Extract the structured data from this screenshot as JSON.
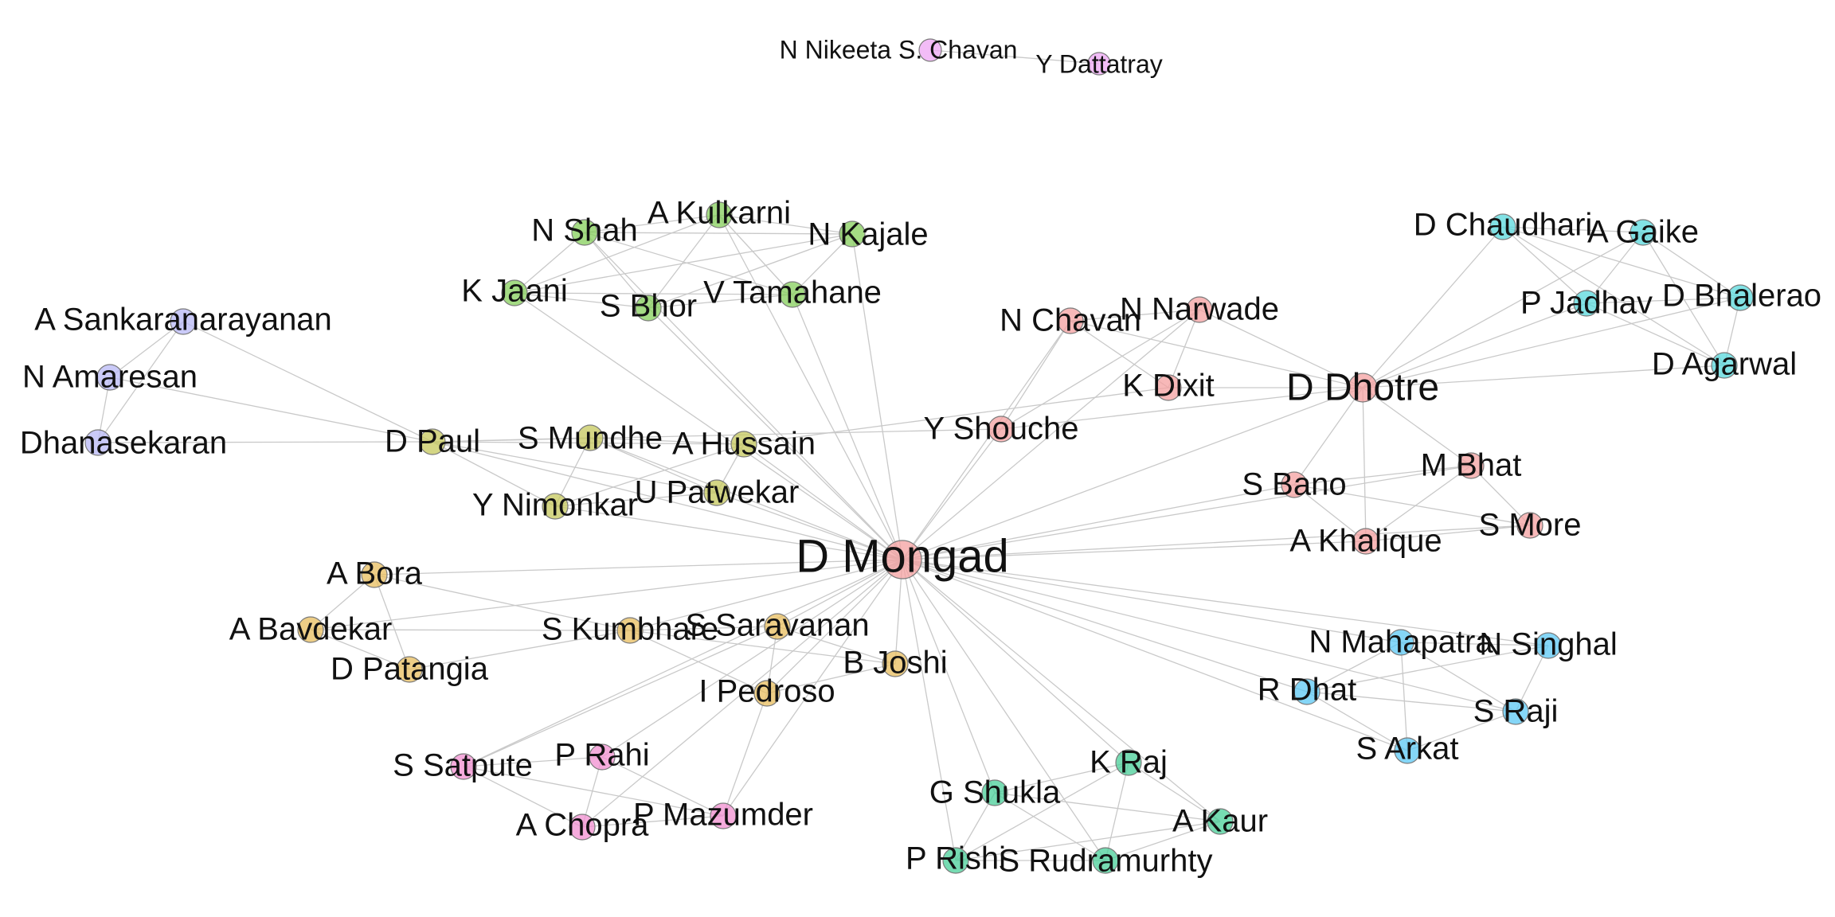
{
  "colors": {
    "red": "#f4a0a0",
    "green": "#86cf5b",
    "olive": "#c5c85c",
    "lavender": "#b8b8f5",
    "orange": "#e8be5e",
    "cyan": "#58d8dc",
    "skyblue": "#5cc8f4",
    "pink": "#f28fd0",
    "teal": "#48cf98",
    "violet": "#eda6f4",
    "edge": "#c9c9c9"
  },
  "nodes": [
    {
      "id": "D Mongad",
      "group": "red",
      "size": "xl"
    },
    {
      "id": "N Nikeeta S. Chavan",
      "group": "violet",
      "size": "s"
    },
    {
      "id": "Y Dattatray",
      "group": "violet",
      "size": "s"
    },
    {
      "id": "N Shah",
      "group": "green",
      "size": "m"
    },
    {
      "id": "A Kulkarni",
      "group": "green",
      "size": "m"
    },
    {
      "id": "N Kajale",
      "group": "green",
      "size": "m"
    },
    {
      "id": "K Jaani",
      "group": "green",
      "size": "m"
    },
    {
      "id": "S Bhor",
      "group": "green",
      "size": "m"
    },
    {
      "id": "V Tamahane",
      "group": "green",
      "size": "m"
    },
    {
      "id": "A Sankaranarayanan",
      "group": "lavender",
      "size": "m"
    },
    {
      "id": "N Amaresan",
      "group": "lavender",
      "size": "m"
    },
    {
      "id": "Dhanasekaran",
      "group": "lavender",
      "size": "m"
    },
    {
      "id": "D Paul",
      "group": "olive",
      "size": "m"
    },
    {
      "id": "S Mundhe",
      "group": "olive",
      "size": "m"
    },
    {
      "id": "A Hussain",
      "group": "olive",
      "size": "m"
    },
    {
      "id": "U Patwekar",
      "group": "olive",
      "size": "m"
    },
    {
      "id": "Y Nimonkar",
      "group": "olive",
      "size": "m"
    },
    {
      "id": "N Chavan",
      "group": "red",
      "size": "m"
    },
    {
      "id": "N Narwade",
      "group": "red",
      "size": "m"
    },
    {
      "id": "K Dixit",
      "group": "red",
      "size": "m"
    },
    {
      "id": "D Dhotre",
      "group": "red",
      "size": "l"
    },
    {
      "id": "Y Shouche",
      "group": "red",
      "size": "m"
    },
    {
      "id": "S Bano",
      "group": "red",
      "size": "m"
    },
    {
      "id": "M Bhat",
      "group": "red",
      "size": "m"
    },
    {
      "id": "A Khalique",
      "group": "red",
      "size": "m"
    },
    {
      "id": "S More",
      "group": "red",
      "size": "m"
    },
    {
      "id": "D Chaudhari",
      "group": "cyan",
      "size": "m"
    },
    {
      "id": "A Gaike",
      "group": "cyan",
      "size": "m"
    },
    {
      "id": "P Jadhav",
      "group": "cyan",
      "size": "m"
    },
    {
      "id": "D Bhalerao",
      "group": "cyan",
      "size": "m"
    },
    {
      "id": "D Agarwal",
      "group": "cyan",
      "size": "m"
    },
    {
      "id": "A Bora",
      "group": "orange",
      "size": "m"
    },
    {
      "id": "A Bavdekar",
      "group": "orange",
      "size": "m"
    },
    {
      "id": "D Patangia",
      "group": "orange",
      "size": "m"
    },
    {
      "id": "S Kumbhare",
      "group": "orange",
      "size": "m"
    },
    {
      "id": "S Saravanan",
      "group": "orange",
      "size": "m"
    },
    {
      "id": "B Joshi",
      "group": "orange",
      "size": "m"
    },
    {
      "id": "I Pedroso",
      "group": "orange",
      "size": "m"
    },
    {
      "id": "N Mahapatra",
      "group": "skyblue",
      "size": "m"
    },
    {
      "id": "N Singhal",
      "group": "skyblue",
      "size": "m"
    },
    {
      "id": "R Dhat",
      "group": "skyblue",
      "size": "m"
    },
    {
      "id": "S Raji",
      "group": "skyblue",
      "size": "m"
    },
    {
      "id": "S Arkat",
      "group": "skyblue",
      "size": "m"
    },
    {
      "id": "S Satpute",
      "group": "pink",
      "size": "m"
    },
    {
      "id": "P Rahi",
      "group": "pink",
      "size": "m"
    },
    {
      "id": "A Chopra",
      "group": "pink",
      "size": "m"
    },
    {
      "id": "P Mazumder",
      "group": "pink",
      "size": "m"
    },
    {
      "id": "K Raj",
      "group": "teal",
      "size": "m"
    },
    {
      "id": "G Shukla",
      "group": "teal",
      "size": "m"
    },
    {
      "id": "A Kaur",
      "group": "teal",
      "size": "m"
    },
    {
      "id": "P Rishi",
      "group": "teal",
      "size": "m"
    },
    {
      "id": "S Rudramurhty",
      "group": "teal",
      "size": "m"
    }
  ],
  "edges": [
    [
      "N Nikeeta S. Chavan",
      "Y Dattatray"
    ],
    [
      "D Mongad",
      "N Shah"
    ],
    [
      "D Mongad",
      "A Kulkarni"
    ],
    [
      "D Mongad",
      "N Kajale"
    ],
    [
      "D Mongad",
      "K Jaani"
    ],
    [
      "D Mongad",
      "S Bhor"
    ],
    [
      "D Mongad",
      "V Tamahane"
    ],
    [
      "N Shah",
      "A Kulkarni"
    ],
    [
      "N Shah",
      "N Kajale"
    ],
    [
      "N Shah",
      "K Jaani"
    ],
    [
      "N Shah",
      "S Bhor"
    ],
    [
      "N Shah",
      "V Tamahane"
    ],
    [
      "A Kulkarni",
      "N Kajale"
    ],
    [
      "A Kulkarni",
      "K Jaani"
    ],
    [
      "A Kulkarni",
      "S Bhor"
    ],
    [
      "A Kulkarni",
      "V Tamahane"
    ],
    [
      "N Kajale",
      "K Jaani"
    ],
    [
      "N Kajale",
      "S Bhor"
    ],
    [
      "N Kajale",
      "V Tamahane"
    ],
    [
      "K Jaani",
      "S Bhor"
    ],
    [
      "K Jaani",
      "V Tamahane"
    ],
    [
      "S Bhor",
      "V Tamahane"
    ],
    [
      "A Sankaranarayanan",
      "N Amaresan"
    ],
    [
      "A Sankaranarayanan",
      "Dhanasekaran"
    ],
    [
      "N Amaresan",
      "Dhanasekaran"
    ],
    [
      "A Sankaranarayanan",
      "D Paul"
    ],
    [
      "N Amaresan",
      "D Paul"
    ],
    [
      "Dhanasekaran",
      "D Paul"
    ],
    [
      "D Mongad",
      "D Paul"
    ],
    [
      "D Mongad",
      "S Mundhe"
    ],
    [
      "D Mongad",
      "A Hussain"
    ],
    [
      "D Mongad",
      "U Patwekar"
    ],
    [
      "D Mongad",
      "Y Nimonkar"
    ],
    [
      "D Paul",
      "S Mundhe"
    ],
    [
      "D Paul",
      "A Hussain"
    ],
    [
      "D Paul",
      "U Patwekar"
    ],
    [
      "D Paul",
      "Y Nimonkar"
    ],
    [
      "S Mundhe",
      "A Hussain"
    ],
    [
      "S Mundhe",
      "U Patwekar"
    ],
    [
      "S Mundhe",
      "Y Nimonkar"
    ],
    [
      "A Hussain",
      "U Patwekar"
    ],
    [
      "A Hussain",
      "Y Nimonkar"
    ],
    [
      "U Patwekar",
      "Y Nimonkar"
    ],
    [
      "D Paul",
      "Y Shouche"
    ],
    [
      "A Hussain",
      "K Dixit"
    ],
    [
      "D Mongad",
      "Y Shouche"
    ],
    [
      "D Mongad",
      "N Chavan"
    ],
    [
      "D Mongad",
      "N Narwade"
    ],
    [
      "D Mongad",
      "D Dhotre"
    ],
    [
      "D Mongad",
      "S Bano"
    ],
    [
      "D Mongad",
      "M Bhat"
    ],
    [
      "D Mongad",
      "A Khalique"
    ],
    [
      "D Mongad",
      "S More"
    ],
    [
      "Y Shouche",
      "N Chavan"
    ],
    [
      "Y Shouche",
      "N Narwade"
    ],
    [
      "Y Shouche",
      "D Dhotre"
    ],
    [
      "N Chavan",
      "N Narwade"
    ],
    [
      "N Chavan",
      "K Dixit"
    ],
    [
      "N Chavan",
      "D Dhotre"
    ],
    [
      "N Narwade",
      "K Dixit"
    ],
    [
      "N Narwade",
      "D Dhotre"
    ],
    [
      "K Dixit",
      "D Dhotre"
    ],
    [
      "D Dhotre",
      "S Bano"
    ],
    [
      "D Dhotre",
      "M Bhat"
    ],
    [
      "D Dhotre",
      "A Khalique"
    ],
    [
      "S Bano",
      "M Bhat"
    ],
    [
      "S Bano",
      "A Khalique"
    ],
    [
      "S Bano",
      "S More"
    ],
    [
      "M Bhat",
      "S More"
    ],
    [
      "A Khalique",
      "S More"
    ],
    [
      "M Bhat",
      "A Khalique"
    ],
    [
      "D Dhotre",
      "D Chaudhari"
    ],
    [
      "D Dhotre",
      "A Gaike"
    ],
    [
      "D Dhotre",
      "P Jadhav"
    ],
    [
      "D Dhotre",
      "D Bhalerao"
    ],
    [
      "D Dhotre",
      "D Agarwal"
    ],
    [
      "D Chaudhari",
      "A Gaike"
    ],
    [
      "D Chaudhari",
      "P Jadhav"
    ],
    [
      "D Chaudhari",
      "D Bhalerao"
    ],
    [
      "D Chaudhari",
      "D Agarwal"
    ],
    [
      "A Gaike",
      "P Jadhav"
    ],
    [
      "A Gaike",
      "D Bhalerao"
    ],
    [
      "A Gaike",
      "D Agarwal"
    ],
    [
      "P Jadhav",
      "D Bhalerao"
    ],
    [
      "P Jadhav",
      "D Agarwal"
    ],
    [
      "D Bhalerao",
      "D Agarwal"
    ],
    [
      "D Mongad",
      "A Bora"
    ],
    [
      "D Mongad",
      "A Bavdekar"
    ],
    [
      "D Mongad",
      "S Kumbhare"
    ],
    [
      "D Mongad",
      "S Saravanan"
    ],
    [
      "D Mongad",
      "B Joshi"
    ],
    [
      "D Mongad",
      "I Pedroso"
    ],
    [
      "A Bora",
      "A Bavdekar"
    ],
    [
      "A Bora",
      "D Patangia"
    ],
    [
      "A Bavdekar",
      "D Patangia"
    ],
    [
      "A Bora",
      "S Kumbhare"
    ],
    [
      "A Bavdekar",
      "S Kumbhare"
    ],
    [
      "D Patangia",
      "S Kumbhare"
    ],
    [
      "S Kumbhare",
      "S Saravanan"
    ],
    [
      "S Kumbhare",
      "I Pedroso"
    ],
    [
      "S Kumbhare",
      "B Joshi"
    ],
    [
      "S Saravanan",
      "B Joshi"
    ],
    [
      "S Saravanan",
      "I Pedroso"
    ],
    [
      "B Joshi",
      "I Pedroso"
    ],
    [
      "D Mongad",
      "N Mahapatra"
    ],
    [
      "D Mongad",
      "N Singhal"
    ],
    [
      "D Mongad",
      "R Dhat"
    ],
    [
      "D Mongad",
      "S Raji"
    ],
    [
      "D Mongad",
      "S Arkat"
    ],
    [
      "N Mahapatra",
      "N Singhal"
    ],
    [
      "N Mahapatra",
      "R Dhat"
    ],
    [
      "N Mahapatra",
      "S Raji"
    ],
    [
      "N Mahapatra",
      "S Arkat"
    ],
    [
      "N Singhal",
      "R Dhat"
    ],
    [
      "N Singhal",
      "S Raji"
    ],
    [
      "R Dhat",
      "S Raji"
    ],
    [
      "R Dhat",
      "S Arkat"
    ],
    [
      "S Raji",
      "S Arkat"
    ],
    [
      "D Mongad",
      "P Rahi"
    ],
    [
      "D Mongad",
      "S Satpute"
    ],
    [
      "D Mongad",
      "P Mazumder"
    ],
    [
      "D Mongad",
      "A Chopra"
    ],
    [
      "S Satpute",
      "P Rahi"
    ],
    [
      "S Satpute",
      "A Chopra"
    ],
    [
      "S Satpute",
      "P Mazumder"
    ],
    [
      "P Rahi",
      "A Chopra"
    ],
    [
      "P Rahi",
      "P Mazumder"
    ],
    [
      "A Chopra",
      "P Mazumder"
    ],
    [
      "S Saravanan",
      "S Satpute"
    ],
    [
      "I Pedroso",
      "P Mazumder"
    ],
    [
      "D Mongad",
      "K Raj"
    ],
    [
      "D Mongad",
      "G Shukla"
    ],
    [
      "D Mongad",
      "A Kaur"
    ],
    [
      "D Mongad",
      "P Rishi"
    ],
    [
      "D Mongad",
      "S Rudramurhty"
    ],
    [
      "K Raj",
      "G Shukla"
    ],
    [
      "K Raj",
      "A Kaur"
    ],
    [
      "K Raj",
      "P Rishi"
    ],
    [
      "K Raj",
      "S Rudramurhty"
    ],
    [
      "G Shukla",
      "A Kaur"
    ],
    [
      "G Shukla",
      "P Rishi"
    ],
    [
      "G Shukla",
      "S Rudramurhty"
    ],
    [
      "A Kaur",
      "P Rishi"
    ],
    [
      "A Kaur",
      "S Rudramurhty"
    ],
    [
      "P Rishi",
      "S Rudramurhty"
    ]
  ]
}
